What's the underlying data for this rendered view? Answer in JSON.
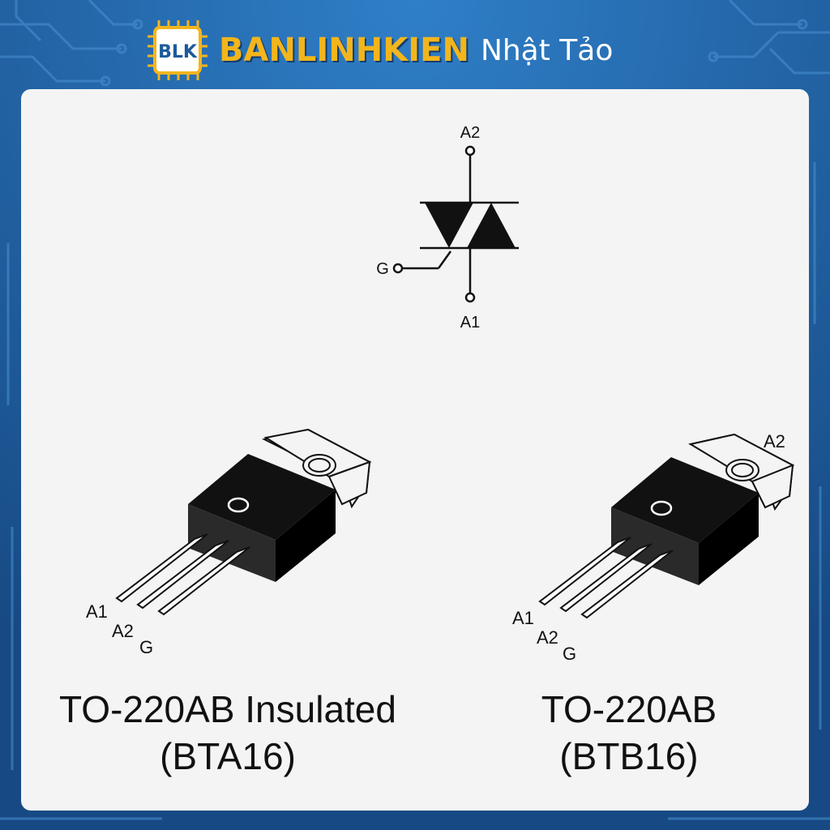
{
  "header": {
    "logo_text": "BLK",
    "brand_name": "BANLINHKIEN",
    "brand_sub": "Nhật Tảo"
  },
  "symbol": {
    "terminal_top": "A2",
    "terminal_gate": "G",
    "terminal_bottom": "A1"
  },
  "packages": [
    {
      "pins": [
        "A1",
        "A2",
        "G"
      ],
      "tab_label": "",
      "caption_line1": "TO-220AB Insulated",
      "caption_line2": "(BTA16)"
    },
    {
      "pins": [
        "A1",
        "A2",
        "G"
      ],
      "tab_label": "A2",
      "caption_line1": "TO-220AB",
      "caption_line2": "(BTB16)"
    }
  ],
  "colors": {
    "background": "#1c5a9c",
    "brand": "#f3b51c",
    "panel": "#f4f4f4",
    "ink": "#111111"
  }
}
